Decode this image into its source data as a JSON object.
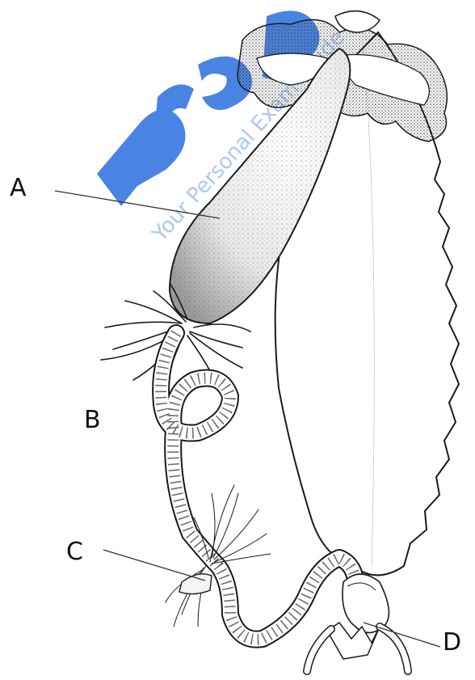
{
  "labels": {
    "a": "A",
    "b": "B",
    "c": "C",
    "d": "D"
  },
  "watermark": {
    "brand": "Prep",
    "tagline": "Your Personal Exam Guide",
    "color": "#2a6fe0"
  },
  "colors": {
    "ink": "#1a1a1a",
    "background": "#ffffff"
  }
}
